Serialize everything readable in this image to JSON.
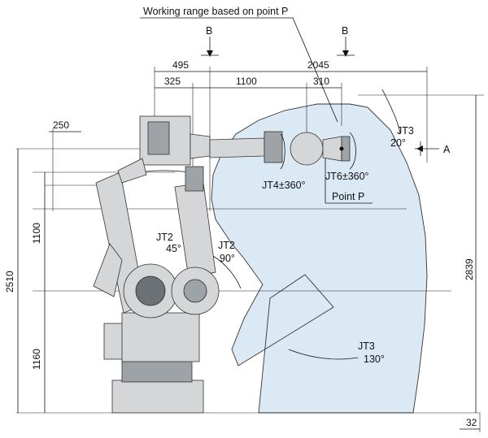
{
  "title": "Working range based on point P",
  "section_markers": {
    "left": "B",
    "right": "B",
    "side": "A"
  },
  "horizontal_dims": {
    "d495": "495",
    "d2045": "2045",
    "d325": "325",
    "d1100": "1100",
    "d310": "310",
    "d250": "250",
    "d32": "32"
  },
  "vertical_dims": {
    "d1100": "1100",
    "d1160": "1160",
    "d2510": "2510",
    "d2839": "2839"
  },
  "joints": {
    "jt2_a_name": "JT2",
    "jt2_a_angle": "45°",
    "jt2_b_name": "JT2",
    "jt2_b_angle": "90°",
    "jt3_a_name": "JT3",
    "jt3_a_angle": "20°",
    "jt3_b_name": "JT3",
    "jt3_b_angle": "130°",
    "jt4": "JT4±360°",
    "jt6": "JT6±360°"
  },
  "point_label": "Point P",
  "colors": {
    "range_fill": "#dbe9f4",
    "robot_fill": "#d4d6d8",
    "line": "#111111"
  }
}
